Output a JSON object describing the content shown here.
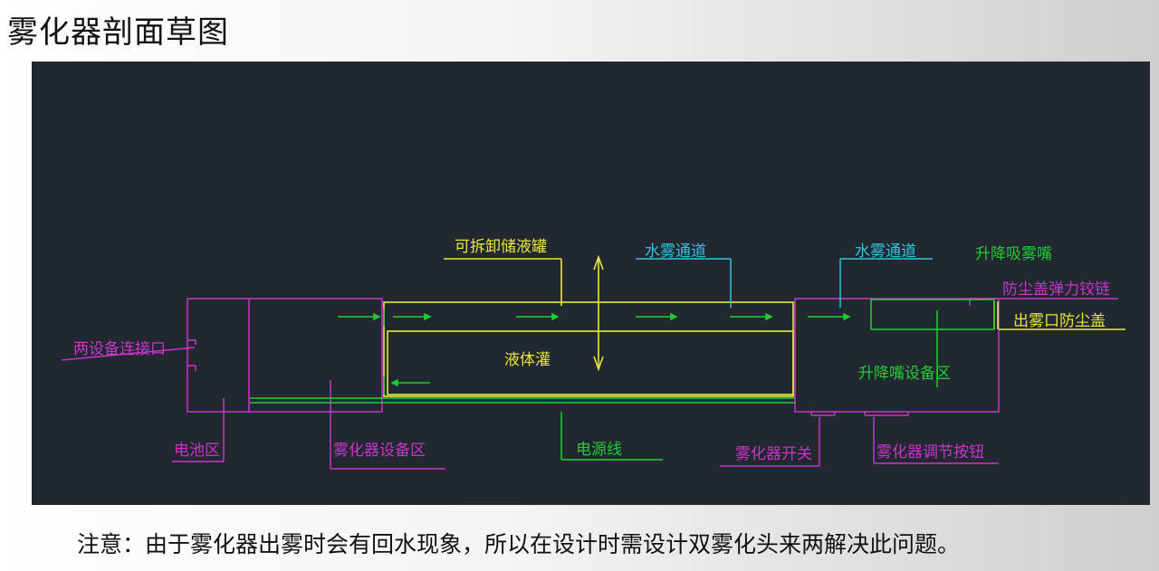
{
  "title": "雾化器剖面草图",
  "note": "注意：由于雾化器出雾时会有回水现象，所以在设计时需设计双雾化头来两解决此问题。",
  "colors": {
    "panel_bg": "#212830",
    "magenta": "#cc33cc",
    "yellow": "#e8e83a",
    "cyan": "#2ec4e0",
    "green": "#22cc33",
    "white": "#e6e6e6"
  },
  "diagram": {
    "labels": {
      "detachable_tank": "可拆卸储液罐",
      "mist_channel_1": "水雾通道",
      "mist_channel_2": "水雾通道",
      "lift_suction_nozzle": "升降吸雾嘴",
      "dust_cover_hinge": "防尘盖弹力铰链",
      "outlet_dust_cover": "出雾口防尘盖",
      "connection_port": "两设备连接口",
      "liquid_tank": "液体灌",
      "nozzle_area": "升降嘴设备区",
      "battery_area": "电池区",
      "atomizer_area": "雾化器设备区",
      "power_line": "电源线",
      "atomizer_switch": "雾化器开关",
      "adjust_knob": "雾化器调节按钮"
    }
  }
}
